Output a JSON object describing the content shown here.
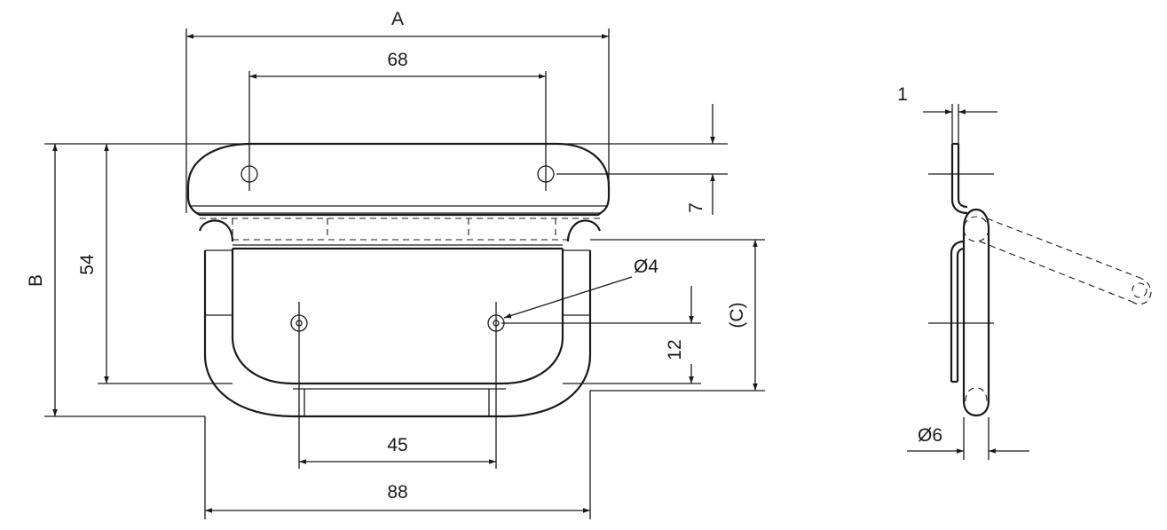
{
  "drawing": {
    "front_view": {
      "dim_a": "A",
      "dim_hole_spacing_top": "68",
      "dim_offset_small": "7",
      "dim_b": "B",
      "dim_height_54": "54",
      "dim_c": "(C)",
      "dim_hole_diameter": "Ø4",
      "dim_hole_offset": "12",
      "dim_hole_spacing_bottom": "45",
      "dim_width_88": "88"
    },
    "side_view": {
      "dim_thickness": "1",
      "dim_rod_diameter": "Ø6"
    }
  }
}
